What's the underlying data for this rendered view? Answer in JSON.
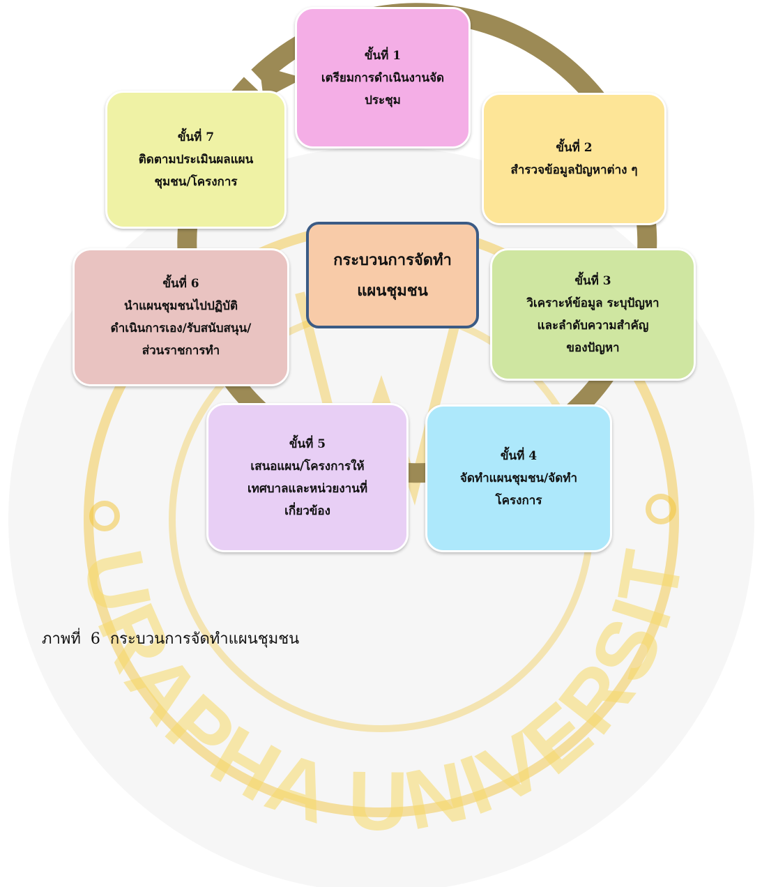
{
  "colors": {
    "arrow": "#9c8a55",
    "watermark": "#f2c230",
    "watermark_text": "#f7d96a",
    "step1": "#f4aee6",
    "step2": "#fde597",
    "step3": "#cfe6a1",
    "step4": "#ade8fb",
    "step5": "#e8cff5",
    "step6": "#e9c3c1",
    "step7": "#eff2a5",
    "center_fill": "#f8cba8",
    "center_border": "#3b5b85"
  },
  "watermark": {
    "text": "BURAPHA UNIVERSITY"
  },
  "center": {
    "line1": "กระบวนการจัดทำ",
    "line2": "แผนชุมชน"
  },
  "steps": [
    {
      "title": "ขั้นที่ 1",
      "lines": [
        "เตรียมการดำเนินงานจัด",
        "ประชุม"
      ]
    },
    {
      "title": "ขั้นที่ 2",
      "lines": [
        "สำรวจข้อมูลปัญหาต่าง ๆ"
      ]
    },
    {
      "title": "ขั้นที่ 3",
      "lines": [
        "วิเคราะห์ข้อมูล ระบุปัญหา",
        "และลำดับความสำคัญ",
        "ของปัญหา"
      ]
    },
    {
      "title": "ขั้นที่ 4",
      "lines": [
        "จัดทำแผนชุมชน/จัดทำ",
        "โครงการ"
      ]
    },
    {
      "title": "ขั้นที่ 5",
      "lines": [
        "เสนอแผน/โครงการให้",
        "เทศบาลและหน่วยงานที่",
        "เกี่ยวข้อง"
      ]
    },
    {
      "title": "ขั้นที่ 6",
      "lines": [
        "นำแผนชุมชนไปปฏิบัติ",
        "ดำเนินการเอง/รับสนับสนุน/",
        "ส่วนราชการทำ"
      ]
    },
    {
      "title": "ขั้นที่ 7",
      "lines": [
        "ติดตามประเมินผลแผน",
        "ชุมชน/โครงการ"
      ]
    }
  ],
  "caption": "ภาพที่  6  กระบวนการจัดทำแผนชุมชน"
}
